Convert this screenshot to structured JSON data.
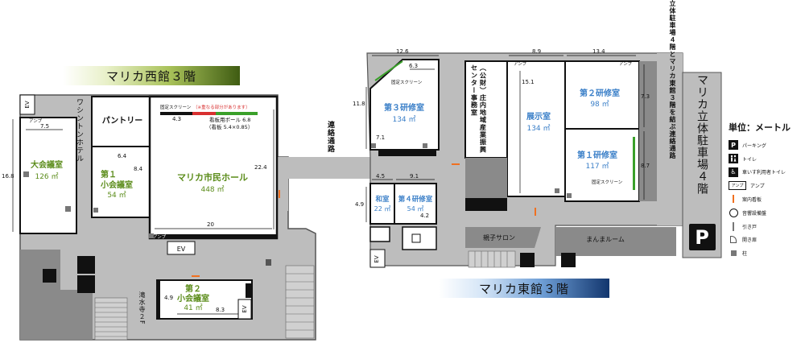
{
  "west_banner": "マリカ西館３階",
  "east_banner": "マリカ東館３階",
  "legend": {
    "title": "単位：メートル",
    "items": [
      {
        "icon": "parking-icon",
        "glyph": "P",
        "label": "パーキング"
      },
      {
        "icon": "restroom-icon",
        "glyph": "",
        "label": "トイレ"
      },
      {
        "icon": "wheelchair-icon",
        "glyph": "♿",
        "label": "車いす利用者トイレ"
      },
      {
        "icon": "amp-icon",
        "glyph": "アンプ",
        "label": "アンプ"
      },
      {
        "icon": "sign-icon",
        "glyph": "",
        "label": "案内看板"
      },
      {
        "icon": "speaker-icon",
        "glyph": "",
        "label": "音響設備盤"
      },
      {
        "icon": "sliding-door-icon",
        "glyph": "",
        "label": "引き戸"
      },
      {
        "icon": "swing-door-icon",
        "glyph": "",
        "label": "開き扉"
      },
      {
        "icon": "pillar-icon",
        "glyph": "",
        "label": "柱"
      }
    ]
  },
  "rooms": {
    "daikaigi": {
      "name": "大会議室",
      "area": "126 ㎡"
    },
    "pantry": {
      "name": "パントリー"
    },
    "shokaigi1": {
      "name1": "第１",
      "name2": "小会議室",
      "area": "54 ㎡"
    },
    "hall": {
      "name": "マリカ市民ホール",
      "area": "448 ㎡"
    },
    "shokaigi2": {
      "name1": "第２",
      "name2": "小会議室",
      "area": "41 ㎡"
    },
    "kenshu3": {
      "name": "第３研修室",
      "area": "134 ㎡"
    },
    "washitsu": {
      "name": "和室",
      "area": "22 ㎡"
    },
    "kenshu4": {
      "name": "第４研修室",
      "area": "54 ㎡"
    },
    "jimukyoku": {
      "name": "（公財）庄内地域産業振興センター事務室"
    },
    "tenji": {
      "name": "展示室",
      "area": "134 ㎡"
    },
    "kenshu2": {
      "name": "第２研修室",
      "area": "98 ㎡"
    },
    "kenshu1": {
      "name": "第１研修室",
      "area": "117 ㎡"
    },
    "oyako": {
      "name": "親子サロン"
    },
    "manma": {
      "name": "まんまルーム"
    }
  },
  "labels": {
    "ev": "EV",
    "amp": "アンプ",
    "washington_hotel": "ワシントンホテル",
    "renraku": "連絡通路",
    "kotakiyama": "滝水寺２F",
    "screen": "固定スクリーン",
    "screen_warning": "（※重なる部分があります）",
    "kanban_pole": "看板用ポール 6.8",
    "kanban_size": "（看板 5.4×0.85）",
    "parking_name": "マリカ立体駐車場４階",
    "parking_route": "立体駐車場４階とマリカ東館３階を結ぶ連絡通路",
    "parking_glyph": "P"
  },
  "dimensions": {
    "d_16_8": "16.8",
    "d_7_5": "7.5",
    "d_6_4": "6.4",
    "d_8_4": "8.4",
    "d_4_3": "4.3",
    "d_22_4": "22.4",
    "d_20": "20",
    "d_4_9a": "4.9",
    "d_8_3": "8.3",
    "d_12_6": "12.6",
    "d_6_3": "6.3",
    "d_11_8": "11.8",
    "d_7_1": "7.1",
    "d_4_5": "4.5",
    "d_9_1": "9.1",
    "d_4_9b": "4.9",
    "d_4_2": "4.2",
    "d_8_9": "8.9",
    "d_13_4": "13.4",
    "d_15_1": "15.1",
    "d_7_3": "7.3",
    "d_8_7": "8.7"
  },
  "colors": {
    "west_room_text": "#5b8c1a",
    "east_room_text": "#3a7fc8",
    "corridor": "#bdbdbd",
    "dark_corridor": "#8a8a8a",
    "sign": "#f07020"
  }
}
